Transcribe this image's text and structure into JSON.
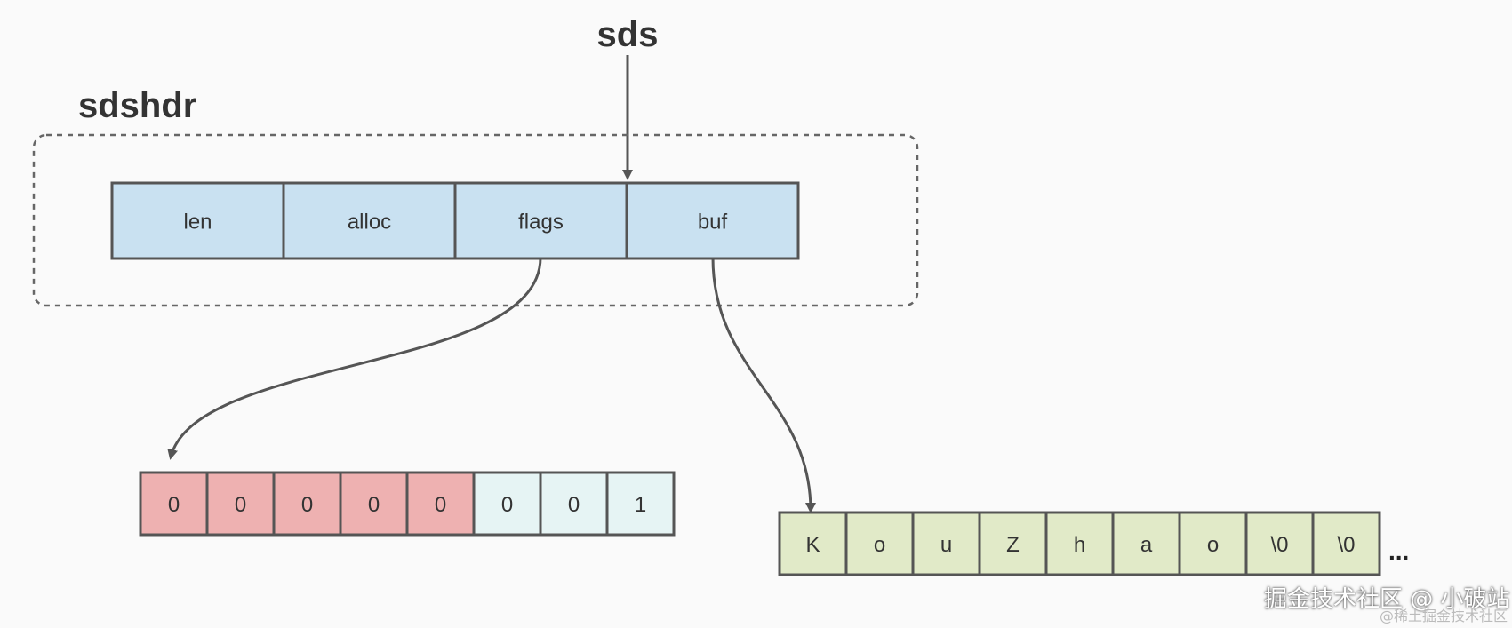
{
  "labels": {
    "pointer": "sds",
    "header": "sdshdr"
  },
  "header_fields": [
    "len",
    "alloc",
    "flags",
    "buf"
  ],
  "flags_bits": {
    "values": [
      "0",
      "0",
      "0",
      "0",
      "0",
      "0",
      "0",
      "1"
    ],
    "highlight_count": 5
  },
  "buf_chars": {
    "values": [
      "K",
      "o",
      "u",
      "Z",
      "h",
      "a",
      "o",
      "\\0",
      "\\0"
    ],
    "ellipsis": "..."
  },
  "watermark": {
    "main": "掘金技术社区 @ 小破站",
    "sub": "@稀土掘金技术社区"
  },
  "colors": {
    "header_cell": "#c9e1f1",
    "highlight_bit": "#eeb1b1",
    "plain_bit": "#e6f4f4",
    "char_cell": "#e1eac8",
    "stroke": "#555555"
  }
}
